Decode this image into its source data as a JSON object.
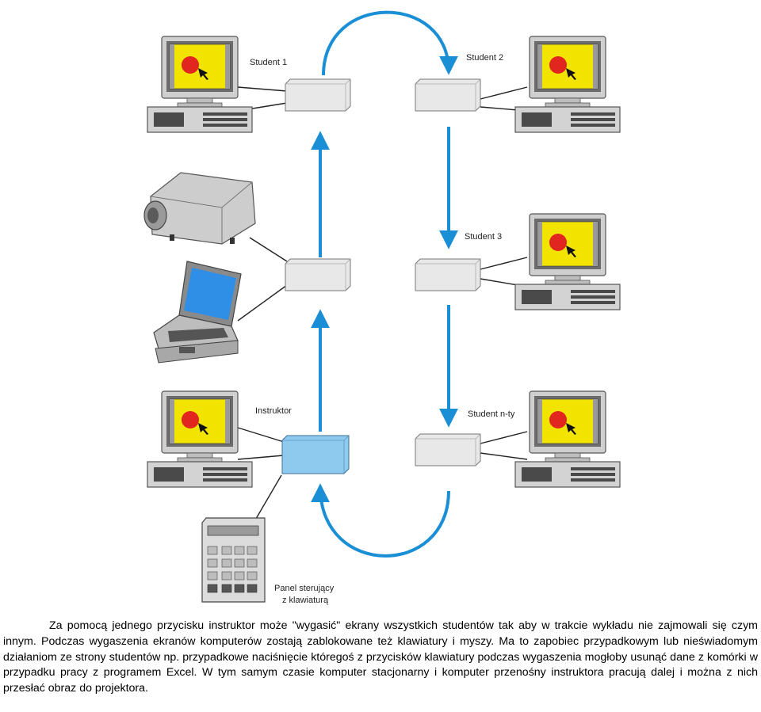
{
  "labels": {
    "student1": "Student 1",
    "student2": "Student 2",
    "student3": "Student 3",
    "student_n": "Student n-ty",
    "instructor": "Instruktor",
    "panel_line1": "Panel sterujący",
    "panel_line2": "z klawiaturą"
  },
  "caption": "Za pomocą jednego przycisku instruktor może \"wygasić\" ekrany wszystkich studentów tak aby w trakcie wykładu nie zajmowali się czym innym. Podczas wygaszenia ekranów komputerów zostają zablokowane też klawiatury i myszy. Ma to zapobiec przypadkowym lub nieświadomym działaniom ze strony studentów np. przypadkowe naciśnięcie któregoś z przycisków klawiatury podczas wygaszenia mogłoby usunąć dane z komórki w przypadku pracy z programem Excel. W tym samym czasie komputer stacjonarny i komputer przenośny instruktora pracują dalej i można z nich przesłać obraz do projektora.",
  "colors": {
    "arrow": "#1a8fd6",
    "box": "#e8e8e8",
    "box_highlight": "#8ec9ee",
    "screen": "#f3e400",
    "dot": "#e0261e",
    "monitor": "#c9c9c9"
  },
  "icons": {
    "computer": "desktop-computer-icon",
    "projector": "projector-icon",
    "laptop": "laptop-icon",
    "keypad": "control-keypad-icon"
  }
}
